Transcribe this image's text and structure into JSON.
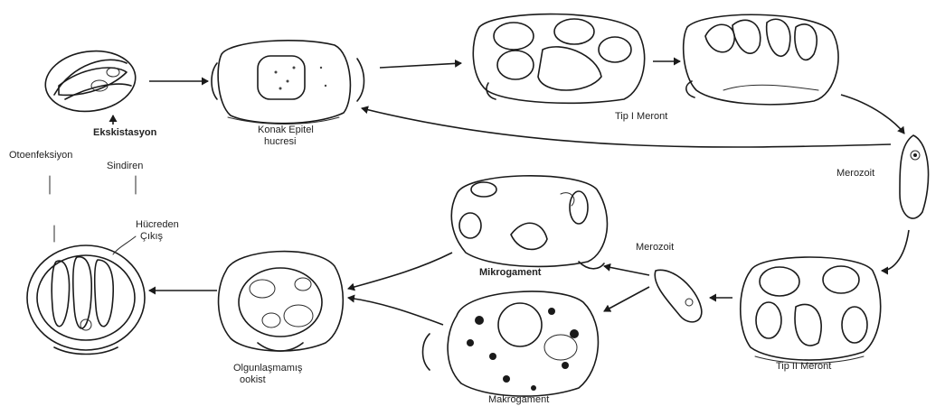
{
  "labels": {
    "ekskistasyon": "Ekskistasyon",
    "otoenfeksiyon": "Otoenfeksiyon",
    "sindiren": "Sindiren",
    "konak_epitel": "Konak Epitel",
    "hucresi": "hucresi",
    "tip_i_meront": "Tip I Meront",
    "merozoit_top": "Merozoit",
    "merozoit_mid": "Merozoit",
    "mikrogament": "Mikrogament",
    "tip_ii_meront": "Tip II Meront",
    "olgunlasmamis": "Olgunlaşmamış",
    "ookist": "ookist",
    "hucreden": "Hücreden",
    "cikis": "Çıkış",
    "makrogament": "Makrogament"
  },
  "colors": {
    "ink": "#1a1a1a",
    "background": "#ffffff"
  }
}
